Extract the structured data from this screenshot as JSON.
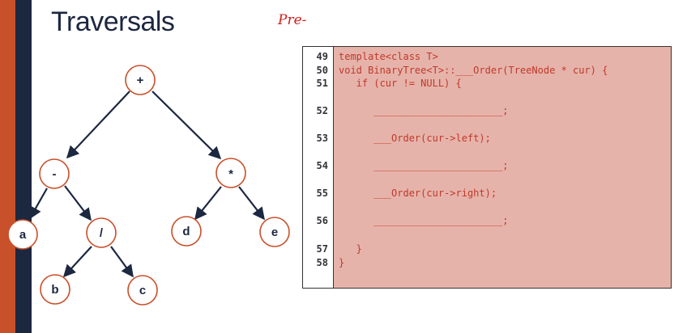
{
  "slide": {
    "title": "Traversals",
    "annotation": "Pre-"
  },
  "tree": {
    "nodes": {
      "root": "+",
      "minus": "-",
      "times": "*",
      "a": "a",
      "div": "/",
      "d": "d",
      "e": "e",
      "b": "b",
      "c": "c"
    }
  },
  "code": {
    "lines": [
      {
        "num": "49",
        "text": "template<class T>"
      },
      {
        "num": "50",
        "text": "void BinaryTree<T>::___Order(TreeNode * cur) {"
      },
      {
        "num": "51",
        "text": "   if (cur != NULL) {"
      },
      {
        "num": "52",
        "text": "      ______________________;"
      },
      {
        "num": "53",
        "text": "      ___Order(cur->left);"
      },
      {
        "num": "54",
        "text": "      ______________________;"
      },
      {
        "num": "55",
        "text": "      ___Order(cur->right);"
      },
      {
        "num": "56",
        "text": "      ______________________;"
      },
      {
        "num": "57",
        "text": "   }"
      },
      {
        "num": "58",
        "text": "}"
      }
    ]
  },
  "colors": {
    "accent_orange": "#c8502a",
    "navy": "#1c2740",
    "code_background": "#e6b3aa",
    "code_text": "#c0392b",
    "annotation_red": "#cf1e1e"
  }
}
